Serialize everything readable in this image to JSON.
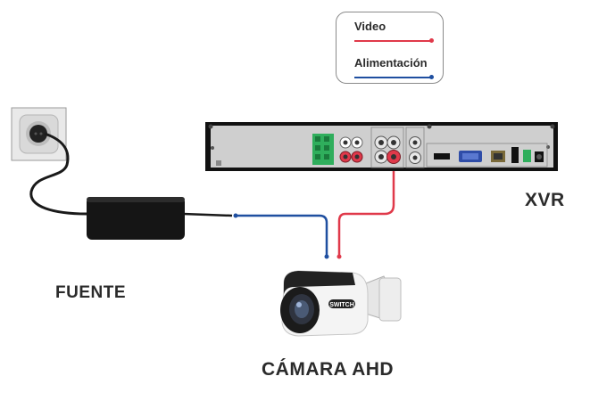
{
  "legend": {
    "video_label": "Video",
    "power_label": "Alimentación"
  },
  "labels": {
    "xvr": "XVR",
    "power_supply": "FUENTE",
    "camera": "CÁMARA AHD"
  },
  "camera_brand": "SWITCH",
  "colors": {
    "video": "#e0394a",
    "power": "#1f4fa0",
    "cable_black": "#1a1a1a",
    "label_text": "#2b2b2b",
    "xvr_panel": "#cfcfcf"
  },
  "icons": {
    "outlet": "wall-outlet-icon",
    "adapter": "power-adapter-icon",
    "recorder": "xvr-recorder-icon",
    "camera": "bullet-camera-icon"
  }
}
